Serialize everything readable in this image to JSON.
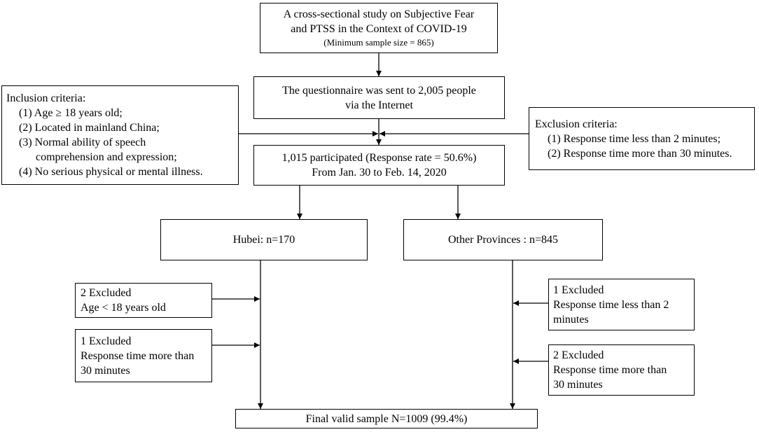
{
  "study": {
    "title_line1": "A cross-sectional study on Subjective Fear",
    "title_line2": "and PTSS in the Context of COVID-19",
    "sample_note": "(Minimum sample size = 865)"
  },
  "questionnaire": {
    "line1": "The questionnaire was sent to 2,005 people",
    "line2": "via the Internet"
  },
  "inclusion": {
    "heading": "Inclusion criteria:",
    "items": [
      "(1) Age ≥ 18 years old;",
      "(2) Located in mainland China;",
      "(3) Normal ability of speech",
      "comprehension and expression;",
      "(4) No serious physical or mental illness."
    ]
  },
  "exclusion": {
    "heading": "Exclusion criteria:",
    "items": [
      "(1) Response time less than 2 minutes;",
      "(2) Response time more than 30 minutes."
    ]
  },
  "participated": {
    "line1": "1,015 participated (Response rate = 50.6%)",
    "line2": "From Jan. 30 to Feb. 14, 2020"
  },
  "hubei": {
    "label": "Hubei: n=170",
    "excluded_1": {
      "line1": "2 Excluded",
      "line2": "Age < 18 years old"
    },
    "excluded_2": {
      "line1": "1 Excluded",
      "line2": "Response time more than",
      "line3": "30 minutes"
    }
  },
  "other": {
    "label": "Other Provinces : n=845",
    "excluded_1": {
      "line1": "1 Excluded",
      "line2": "Response time less than 2",
      "line3": "minutes"
    },
    "excluded_2": {
      "line1": "2 Excluded",
      "line2": "Response time more than",
      "line3": "30 minutes"
    }
  },
  "final": {
    "label": "Final valid sample N=1009 (99.4%)"
  }
}
